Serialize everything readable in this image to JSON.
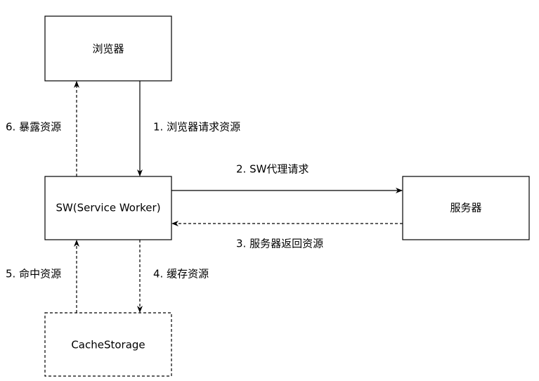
{
  "nodes": {
    "browser": "浏览器",
    "sw": "SW(Service Worker)",
    "server": "服务器",
    "cache": "CacheStorage"
  },
  "edges": {
    "step1": "1. 浏览器请求资源",
    "step2": "2. SW代理请求",
    "step3": "3. 服务器返回资源",
    "step4": "4. 缓存资源",
    "step5": "5. 命中资源",
    "step6": "6. 暴露资源"
  }
}
